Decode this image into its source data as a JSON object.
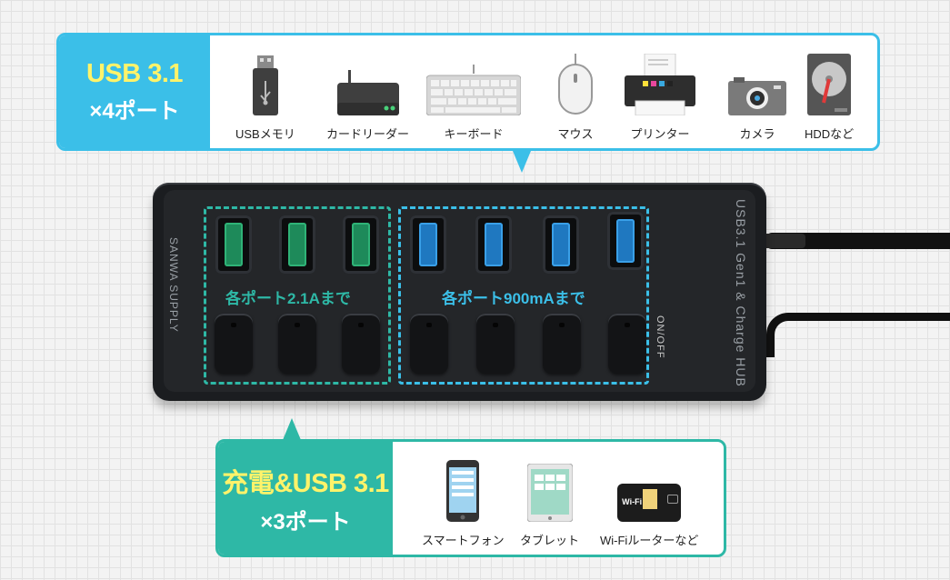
{
  "top_panel": {
    "title": "USB 3.1",
    "subtitle": "×4ポート",
    "devices": [
      {
        "label": "USBメモリ",
        "icon": "usb-memory-icon"
      },
      {
        "label": "カードリーダー",
        "icon": "card-reader-icon"
      },
      {
        "label": "キーボード",
        "icon": "keyboard-icon"
      },
      {
        "label": "マウス",
        "icon": "mouse-icon"
      },
      {
        "label": "プリンター",
        "icon": "printer-icon"
      },
      {
        "label": "カメラ",
        "icon": "camera-icon"
      },
      {
        "label": "HDDなど",
        "icon": "hdd-icon"
      }
    ]
  },
  "bottom_panel": {
    "title": "充電&USB 3.1",
    "subtitle": "×3ポート",
    "devices": [
      {
        "label": "スマートフォン",
        "icon": "smartphone-icon"
      },
      {
        "label": "タブレット",
        "icon": "tablet-icon"
      },
      {
        "label": "Wi-Fiルーターなど",
        "icon": "wifi-router-icon"
      }
    ]
  },
  "hub": {
    "brand": "SANWA SUPPLY",
    "model": "USB3.1 Gen1 & Charge HUB",
    "switch_label": "ON/OFF",
    "zone_charge_label": "各ポート2.1Aまで",
    "zone_data_label": "各ポート900mAまで",
    "wifi_label": "Wi-Fi",
    "colors": {
      "charge": "#2eb8a6",
      "data": "#3bbfe8"
    }
  }
}
